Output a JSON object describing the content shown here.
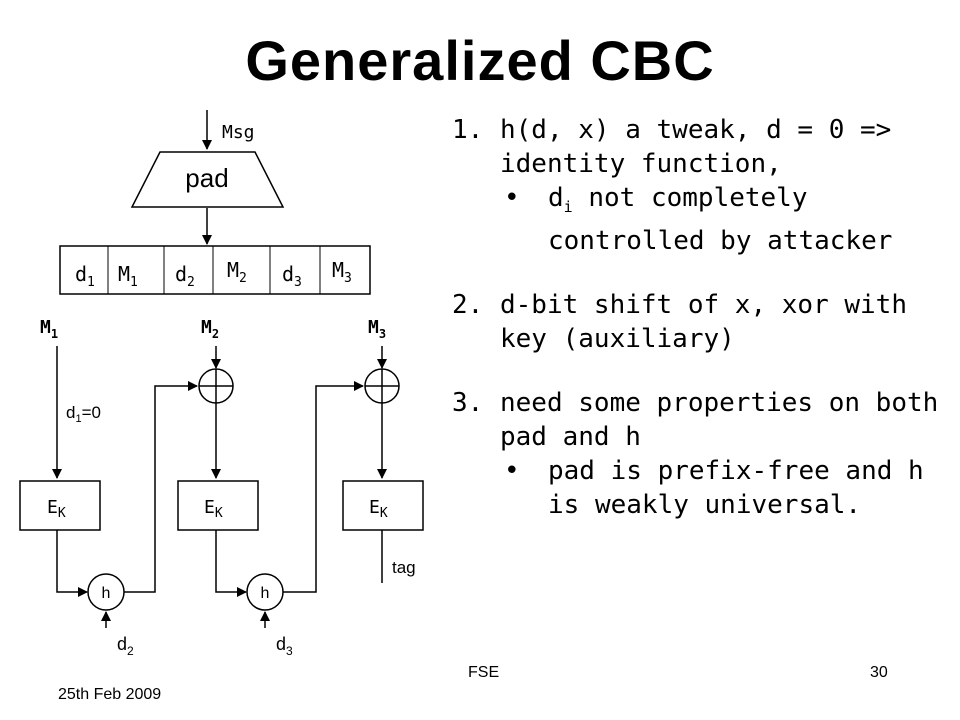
{
  "title": "Generalized CBC",
  "diagram": {
    "msg_label": "Msg",
    "pad_label": "pad",
    "blocks": [
      {
        "base": "d",
        "sub": "1"
      },
      {
        "base": "M",
        "sub": "1"
      },
      {
        "base": "d",
        "sub": "2"
      },
      {
        "base": "M",
        "sub": "2"
      },
      {
        "base": "d",
        "sub": "3"
      },
      {
        "base": "M",
        "sub": "3"
      }
    ],
    "inputs": [
      {
        "base": "M",
        "sub": "1"
      },
      {
        "base": "M",
        "sub": "2"
      },
      {
        "base": "M",
        "sub": "3"
      }
    ],
    "d1_label": {
      "base": "d",
      "sub": "1",
      "rest": "=0"
    },
    "enc_label": {
      "base": "E",
      "sub": "K"
    },
    "h_label": "h",
    "h_inputs": [
      {
        "base": "d",
        "sub": "2"
      },
      {
        "base": "d",
        "sub": "3"
      }
    ],
    "tag_label": "tag"
  },
  "points": {
    "p1_num": "1.",
    "p1_text": " h(d, x) a tweak, d = 0 => identity function,",
    "p1_sub_pre": " d",
    "p1_sub_sub": "i",
    "p1_sub_post": " not completely controlled by attacker",
    "p2_num": "2.",
    "p2_text": "d-bit shift of x, xor with key (auxiliary)",
    "p3_num": "3.",
    "p3_text": "  need some properties on both pad and h",
    "p3_sub": " pad is prefix-free and h is weakly universal.",
    "bullet": "•"
  },
  "footer": {
    "date": "25th Feb 2009",
    "center": "FSE",
    "page": "30"
  }
}
